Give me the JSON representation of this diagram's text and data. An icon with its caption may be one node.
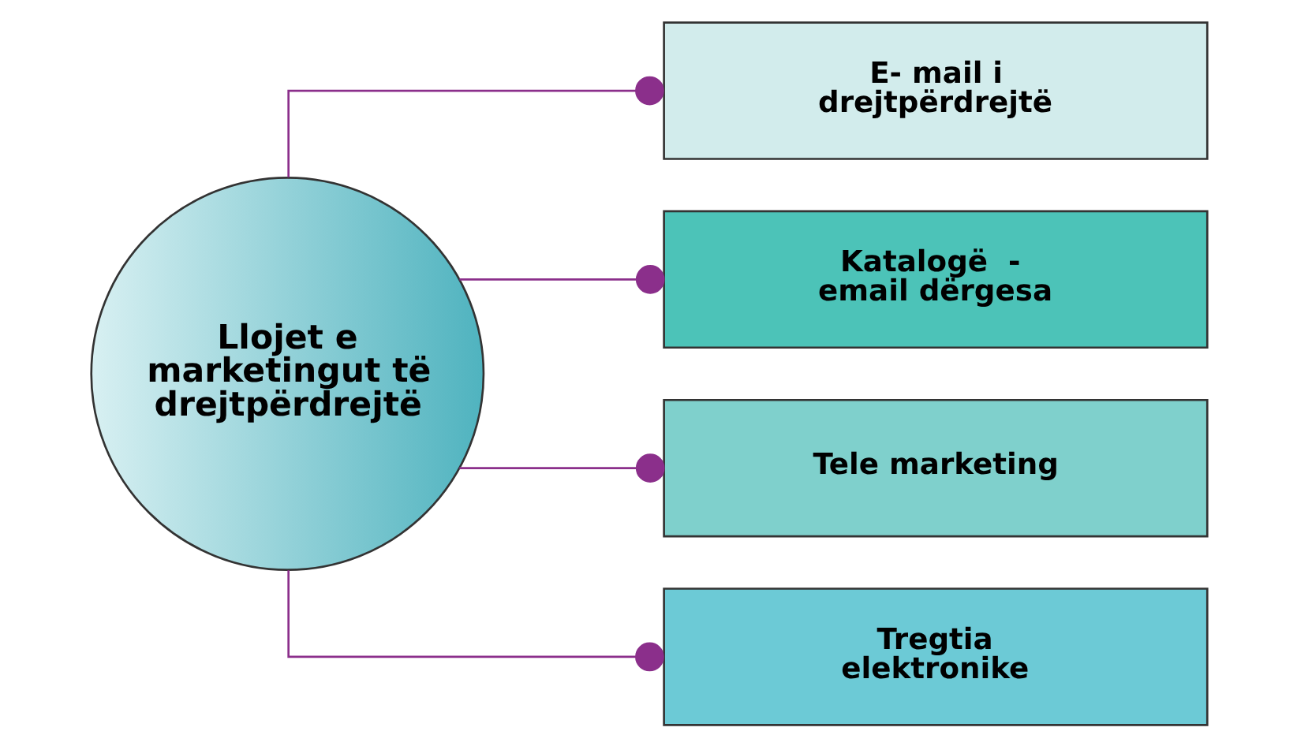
{
  "diagram": {
    "nodes": [
      {
        "text": [
          "Llojet e marketingut të drejtpërdrejtë"
        ]
      },
      {
        "text": [
          "E- mail i drejtpërdrejtë"
        ]
      },
      {
        "text": [
          "Katalogë  -  email dërgesa"
        ]
      },
      {
        "text": [
          "Tele marketing"
        ]
      },
      {
        "text": [
          "Tregtia elektronike"
        ]
      }
    ],
    "edges": [
      {
        "from": 0,
        "to": 1,
        "arrow": "other"
      },
      {
        "from": 0,
        "to": 2,
        "arrow": "other"
      },
      {
        "from": 0,
        "to": 3,
        "arrow": "other"
      },
      {
        "from": 0,
        "to": 4,
        "arrow": "other"
      }
    ]
  }
}
